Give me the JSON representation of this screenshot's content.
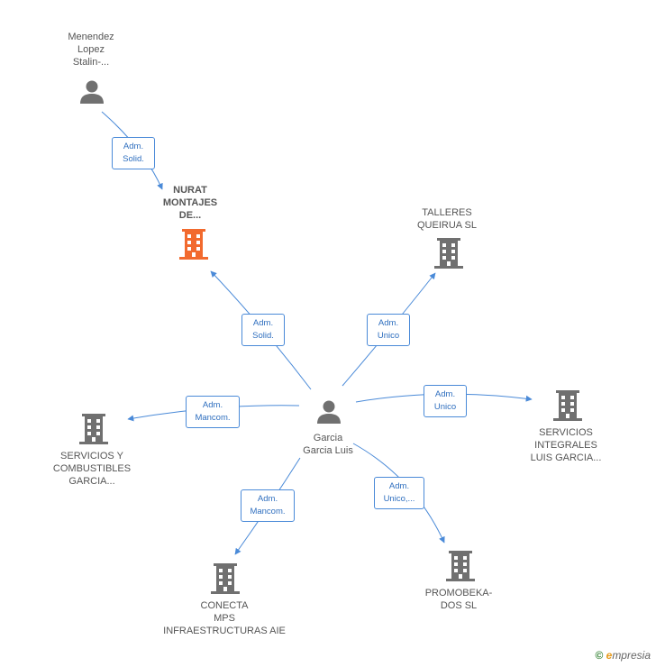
{
  "colors": {
    "edge": "#4a8ad8",
    "icon": "#707070",
    "highlight": "#f26a2e"
  },
  "nodes": {
    "menendez": {
      "label": "Menendez\nLopez\nStalin-..."
    },
    "nurat": {
      "label": "NURAT\nMONTAJES\nDE..."
    },
    "talleres": {
      "label": "TALLERES\nQUEIRUA SL"
    },
    "garcia": {
      "label": "Garcia\nGarcia Luis"
    },
    "servicios_integrales": {
      "label": "SERVICIOS\nINTEGRALES\nLUIS GARCIA..."
    },
    "servicios_combustibles": {
      "label": "SERVICIOS Y\nCOMBUSTIBLES\nGARCIA..."
    },
    "conecta": {
      "label": "CONECTA\nMPS\nINFRAESTRUCTURAS AIE"
    },
    "promobekados": {
      "label": "PROMOBEKA-\nDOS SL"
    }
  },
  "edges": {
    "menendez_nurat": "Adm.\nSolid.",
    "garcia_nurat": "Adm.\nSolid.",
    "garcia_talleres": "Adm.\nUnico",
    "garcia_integrales": "Adm.\nUnico",
    "garcia_combustibles": "Adm.\nMancom.",
    "garcia_conecta": "Adm.\nMancom.",
    "garcia_promobekados": "Adm.\nUnico,..."
  },
  "footer": {
    "copyright": "©",
    "brand_initial": "e",
    "brand_rest": "mpresia"
  }
}
